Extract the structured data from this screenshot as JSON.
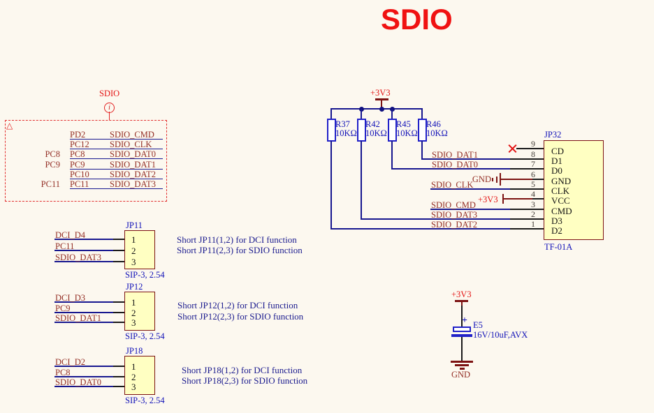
{
  "title": "SDIO",
  "palette": {
    "background": "#FCF8EF",
    "wire_blue": "#17178F",
    "net_label_maroon": "#942F26",
    "component_blue": "#1212B8",
    "power_dark_red": "#7C1212",
    "bright_red": "#E41414",
    "part_fill_yellow": "#FFFFC2"
  },
  "port_block": {
    "header": "SDIO",
    "symbol": "i",
    "rows": [
      {
        "pin": "PD2",
        "net": "SDIO_CMD"
      },
      {
        "pin": "PC12",
        "net": "SDIO_CLK"
      },
      {
        "pin": "PC8",
        "net": "SDIO_DAT0"
      },
      {
        "pin": "PC9",
        "net": "SDIO_DAT1"
      },
      {
        "pin": "PC10",
        "net": "SDIO_DAT2"
      },
      {
        "pin": "PC11",
        "net": "SDIO_DAT3"
      }
    ],
    "external_labels": [
      "PC8",
      "PC9",
      "PC11"
    ]
  },
  "pullups": {
    "power": "+3V3",
    "resistors": [
      {
        "ref": "R37",
        "value": "10KΩ"
      },
      {
        "ref": "R42",
        "value": "10KΩ"
      },
      {
        "ref": "R45",
        "value": "10KΩ"
      },
      {
        "ref": "R46",
        "value": "10KΩ"
      }
    ]
  },
  "sd_connector": {
    "ref": "JP32",
    "part": "TF-01A",
    "pins": [
      {
        "num": "9",
        "name": "CD"
      },
      {
        "num": "8",
        "name": "D1"
      },
      {
        "num": "7",
        "name": "D0"
      },
      {
        "num": "6",
        "name": "GND"
      },
      {
        "num": "5",
        "name": "CLK"
      },
      {
        "num": "4",
        "name": "VCC"
      },
      {
        "num": "3",
        "name": "CMD"
      },
      {
        "num": "2",
        "name": "D3"
      },
      {
        "num": "1",
        "name": "D2"
      }
    ],
    "net_labels": [
      "SDIO_DAT1",
      "SDIO_DAT0",
      "SDIO_CLK",
      "SDIO_CMD",
      "SDIO_DAT3",
      "SDIO_DAT2"
    ],
    "gnd_label": "GND",
    "vcc_label": "+3V3"
  },
  "jumpers": [
    {
      "ref": "JP11",
      "footprint": "SIP-3, 2.54",
      "pins": [
        "1",
        "2",
        "3"
      ],
      "signals": [
        "DCI_D4",
        "PC11",
        "SDIO_DAT3"
      ],
      "notes": [
        "Short JP11(1,2) for DCI function",
        "Short JP11(2,3) for SDIO function"
      ]
    },
    {
      "ref": "JP12",
      "footprint": "SIP-3, 2.54",
      "pins": [
        "1",
        "2",
        "3"
      ],
      "signals": [
        "DCI_D3",
        "PC9",
        "SDIO_DAT1"
      ],
      "notes": [
        "Short JP12(1,2) for DCI function",
        "Short JP12(2,3) for SDIO function"
      ]
    },
    {
      "ref": "JP18",
      "footprint": "SIP-3, 2.54",
      "pins": [
        "1",
        "2",
        "3"
      ],
      "signals": [
        "DCI_D2",
        "PC8",
        "SDIO_DAT0"
      ],
      "notes": [
        "Short JP18(1,2) for DCI function",
        "Short JP18(2,3) for SDIO function"
      ]
    }
  ],
  "capacitor": {
    "power": "+3V3",
    "polarity": "+",
    "ref": "E5",
    "value": "16V/10uF,AVX",
    "gnd": "GND"
  }
}
